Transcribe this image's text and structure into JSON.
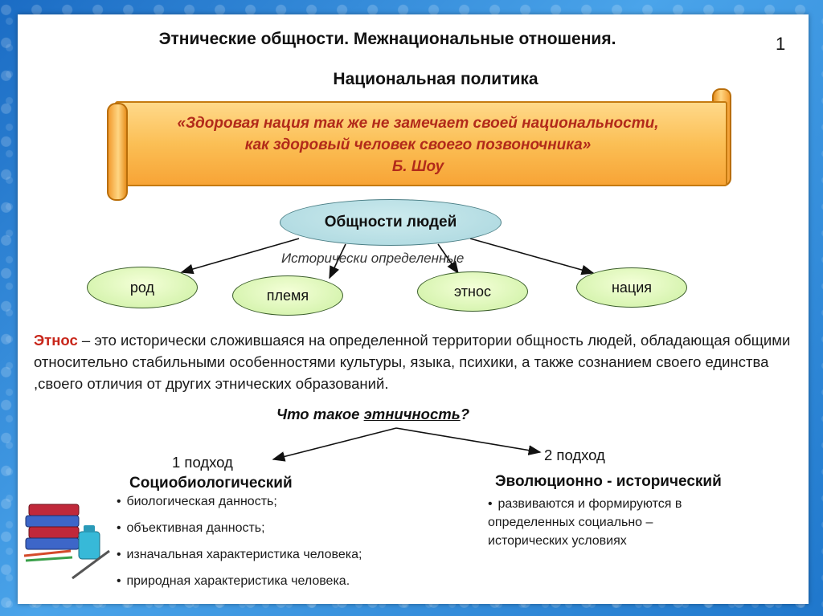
{
  "header": {
    "title": "Этнические общности. Межнациональные отношения.",
    "subtitle": "Национальная политика",
    "slide_number": "1"
  },
  "quote": {
    "line1": "«Здоровая нация так же не замечает своей национальности,",
    "line2": "как здоровый человек своего позвоночника»",
    "author": "Б. Шоу"
  },
  "diagram": {
    "root": "Общности людей",
    "branch_label": "Исторически определенные",
    "nodes": [
      "род",
      "племя",
      "этнос",
      "нация"
    ]
  },
  "definition": {
    "term": "Этнос",
    "text": " – это исторически сложившаяся на определенной территории общность людей, обладающая общими относительно стабильными особенностями культуры, языка, психики, а также сознанием своего единства ,своего отличия от других этнических образований."
  },
  "question": {
    "prefix": "Что такое ",
    "keyword": "этничность",
    "suffix": "?"
  },
  "approach1": {
    "number": "1 подход",
    "title": "Социобиологический",
    "items": [
      "биологическая данность;",
      "объективная данность;",
      "изначальная характеристика человека;",
      "природная характеристика человека."
    ]
  },
  "approach2": {
    "number": "2 подход",
    "title": "Эволюционно - исторический",
    "items": [
      "развиваются и формируются в определенных социально – исторических условиях"
    ]
  },
  "colors": {
    "accent_red": "#c8261a",
    "banner_orange": "#fbbf55",
    "root_fill": "#a9d6de",
    "leaf_fill": "#ccf0a1"
  }
}
